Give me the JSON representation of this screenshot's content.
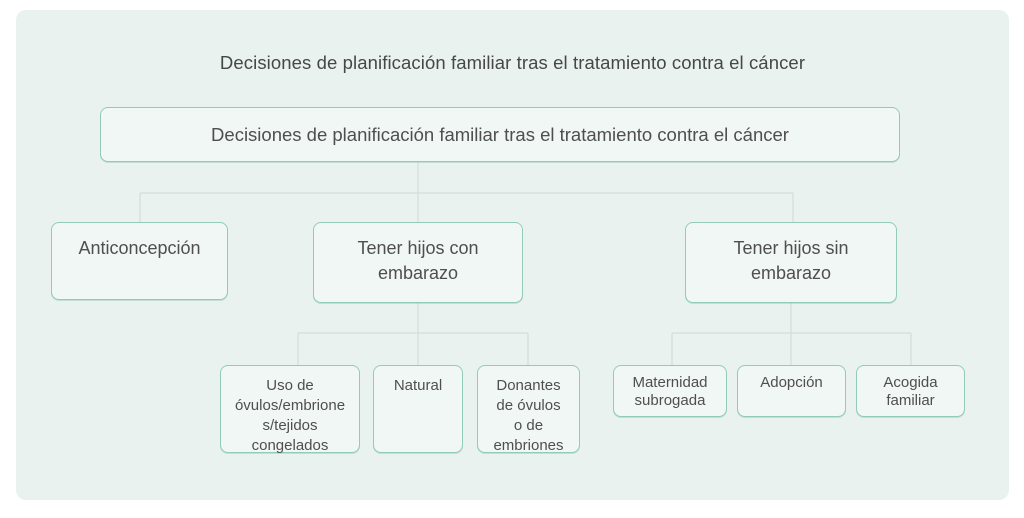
{
  "title": "Decisiones de planificación familiar tras el tratamiento contra el cáncer",
  "tree": {
    "root": "Decisiones de planificación familiar tras el tratamiento contra el cáncer",
    "anticoncepcion": "Anticoncepción",
    "con_embarazo": "Tener hijos con\nembarazo",
    "sin_embarazo": "Tener hijos sin\nembarazo",
    "uso_congelados": "Uso de\nóvulos/embrione\ns/tejidos\ncongelados",
    "natural": "Natural",
    "donantes": "Donantes\nde óvulos\no de\nembriones",
    "maternidad": "Maternidad\nsubrogada",
    "adopcion": "Adopción",
    "acogida": "Acogida\nfamiliar"
  },
  "colors": {
    "panel_bg": "#e9f2ee",
    "node_bg": "#f1f7f4",
    "node_border": "#92cbb6",
    "connector": "#d7dade",
    "text": "#4f4f4f"
  }
}
